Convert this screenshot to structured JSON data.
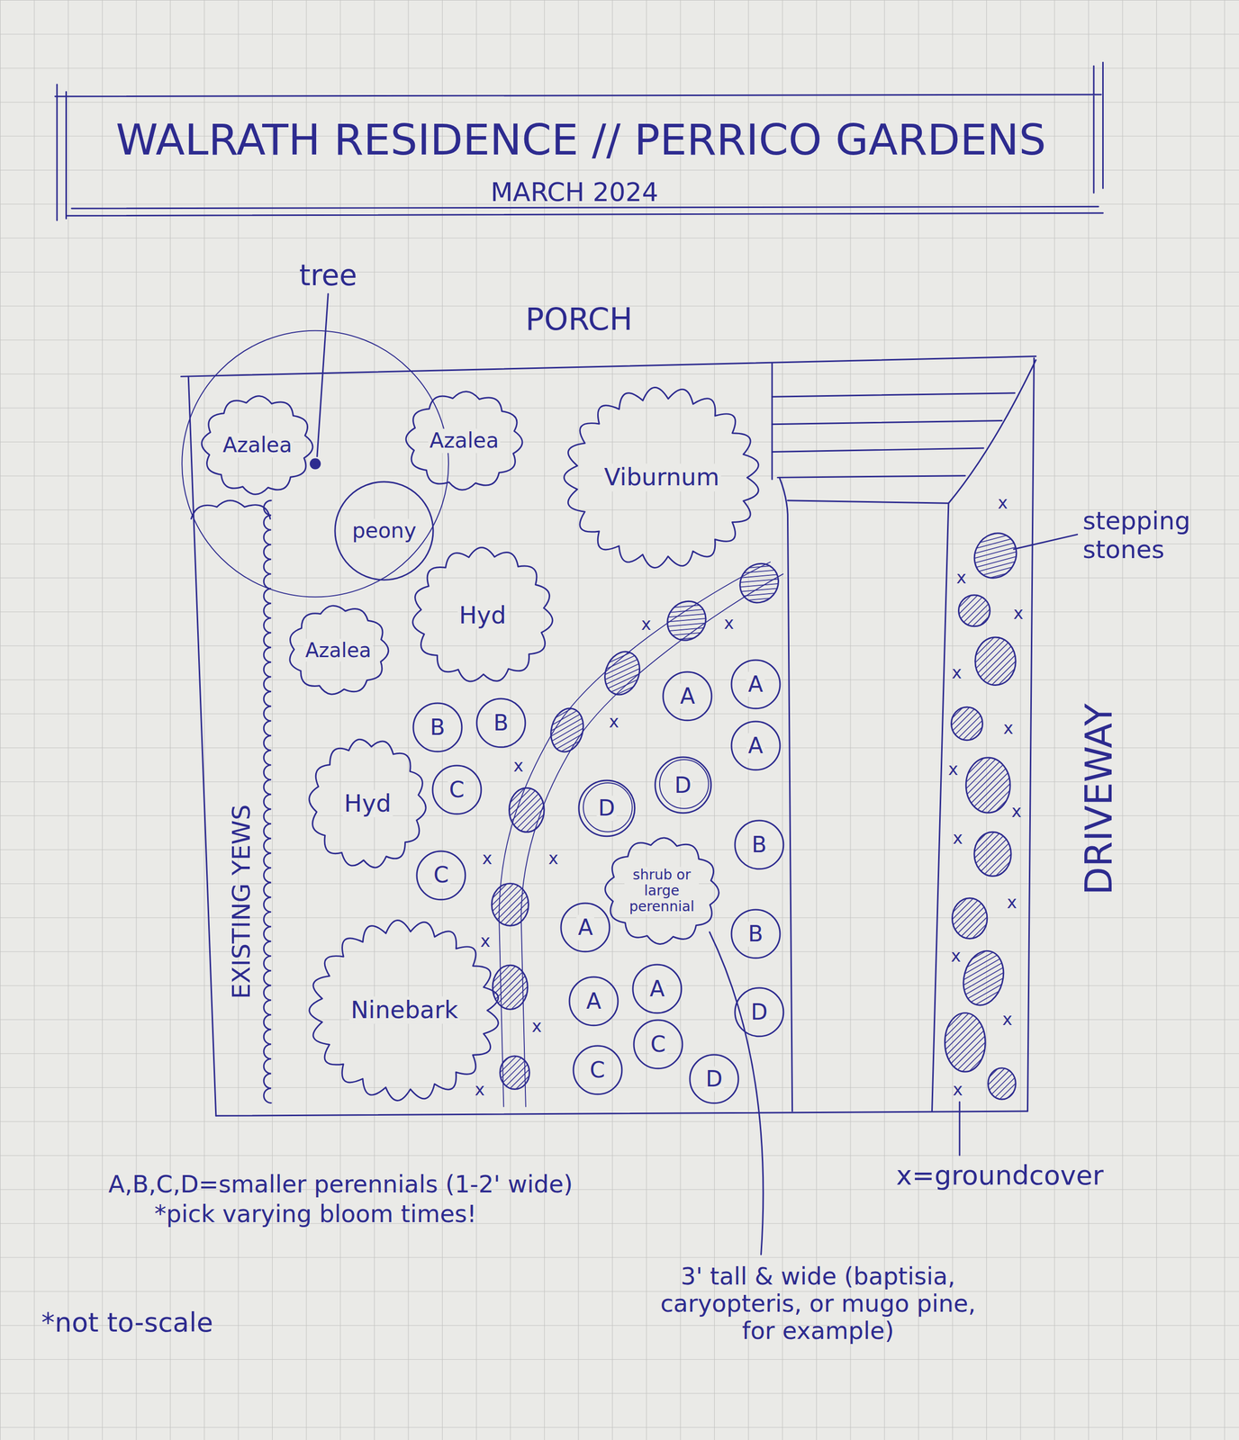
{
  "diagram": {
    "title": "WALRATH RESIDENCE // PERRICO GARDENS",
    "nodes": [
      {
        "text": [
          "Azalea"
        ]
      },
      {
        "text": [
          "Azalea"
        ]
      },
      {
        "text": [
          "Viburnum"
        ]
      },
      {
        "text": [
          "peony"
        ]
      },
      {
        "text": [
          "Hyd"
        ]
      },
      {
        "text": [
          "Azalea"
        ]
      },
      {
        "text": [
          "B"
        ]
      },
      {
        "text": [
          "B"
        ]
      },
      {
        "text": [
          "A"
        ]
      },
      {
        "text": [
          "A"
        ]
      },
      {
        "text": [
          "A"
        ]
      },
      {
        "text": [
          "Hyd"
        ]
      },
      {
        "text": [
          "C"
        ]
      },
      {
        "text": [
          "D"
        ]
      },
      {
        "text": [
          "D"
        ]
      },
      {
        "text": [
          "B"
        ]
      },
      {
        "text": [
          "C"
        ]
      },
      {
        "text": [
          "shrub or large perennial"
        ]
      },
      {
        "text": [
          "A"
        ]
      },
      {
        "text": [
          "B"
        ]
      },
      {
        "text": [
          "Ninebark"
        ]
      },
      {
        "text": [
          "A"
        ]
      },
      {
        "text": [
          "A"
        ]
      },
      {
        "text": [
          "D"
        ]
      },
      {
        "text": [
          "C"
        ]
      },
      {
        "text": [
          "C"
        ]
      },
      {
        "text": [
          "D"
        ]
      }
    ],
    "labels": [
      "MARCH 2024",
      "tree",
      "PORCH",
      "stepping stones",
      "DRIVEWAY",
      "EXISTING YEWS",
      "x",
      "x",
      "x",
      "x",
      "x",
      "x",
      "x",
      "x",
      "x",
      "x",
      "x",
      "x",
      "x",
      "x",
      "x",
      "x",
      "x",
      "x",
      "x",
      "x",
      "x",
      "x=groundcover",
      "A,B,C,D=smaller perennials (1-2' wide)",
      "*pick varying bloom times!",
      "3' tall & wide (baptisia, caryopteris, or mugo pine, for example)",
      "*not to-scale"
    ]
  }
}
